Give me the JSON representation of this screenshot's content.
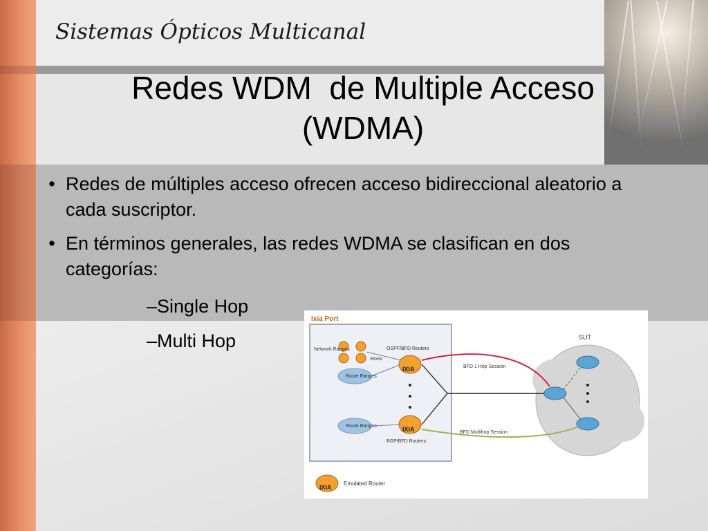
{
  "header": {
    "course_title": "Sistemas Ópticos Multicanal"
  },
  "slide": {
    "title_line1": "Redes WDM  de Multiple Acceso",
    "title_line2": "(WDMA)",
    "bullets": [
      {
        "marker": "•",
        "text": "Redes de múltiples acceso ofrecen acceso bidireccional aleatorio a cada suscriptor."
      },
      {
        "marker": "•",
        "text": "En términos generales, las redes WDMA se clasifican en dos categorías:"
      }
    ],
    "sub_bullets": [
      {
        "marker": "–",
        "text": "Single Hop"
      },
      {
        "marker": "–",
        "text": "Multi Hop"
      }
    ]
  },
  "diagram": {
    "ixia_port_label": "Ixia Port",
    "network_ranges_label": "Network Ranges",
    "rows_label": "Rows",
    "route_ranges_label": "Route Ranges",
    "ospf_label": "OSPF/BFD Routers",
    "bgp_label": "BGP/BFD Routers",
    "ixia_badge": "IXIA",
    "sut_label": "SUT",
    "bfd1_label": "BFD 1 Hop Session",
    "bfdmulti_label": "BFD Multihop Session",
    "legend_label": "Emulated Router",
    "colors": {
      "red_session": "#d0243a",
      "green_session": "#9ab34a",
      "router_orange": "#f2a12e",
      "cloud": "#d6d6d6",
      "port_box": "#eef0f6"
    }
  }
}
